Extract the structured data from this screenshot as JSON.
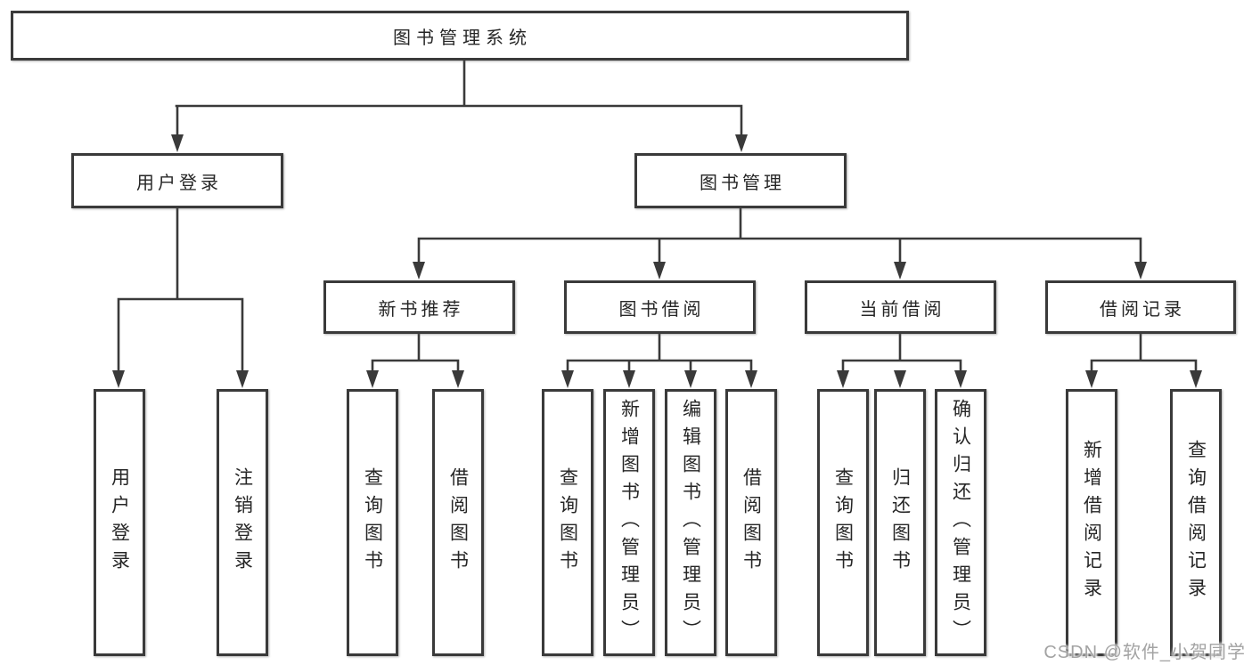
{
  "diagram_title": "图书管理系统",
  "watermark": "CSDN @软件_小贺同学",
  "colors": {
    "line": "#3a3a3a",
    "box_border": "#3a3a3a",
    "text": "#262626",
    "watermark": "#a3a3a3",
    "background": "#ffffff"
  },
  "nodes": {
    "root": {
      "label": "图书管理系统",
      "children": [
        {
          "label": "用户登录",
          "children": [
            {
              "label": "用户登录"
            },
            {
              "label": "注销登录"
            }
          ]
        },
        {
          "label": "图书管理",
          "children": [
            {
              "label": "新书推荐",
              "children": [
                {
                  "label": "查询图书"
                },
                {
                  "label": "借阅图书"
                }
              ]
            },
            {
              "label": "图书借阅",
              "children": [
                {
                  "label": "查询图书"
                },
                {
                  "label": "新增图书（管理员）"
                },
                {
                  "label": "编辑图书（管理员）"
                },
                {
                  "label": "借阅图书"
                }
              ]
            },
            {
              "label": "当前借阅",
              "children": [
                {
                  "label": "查询图书"
                },
                {
                  "label": "归还图书"
                },
                {
                  "label": "确认归还（管理员）"
                }
              ]
            },
            {
              "label": "借阅记录",
              "children": [
                {
                  "label": "新增借阅记录"
                },
                {
                  "label": "查询借阅记录"
                }
              ]
            }
          ]
        }
      ]
    }
  }
}
